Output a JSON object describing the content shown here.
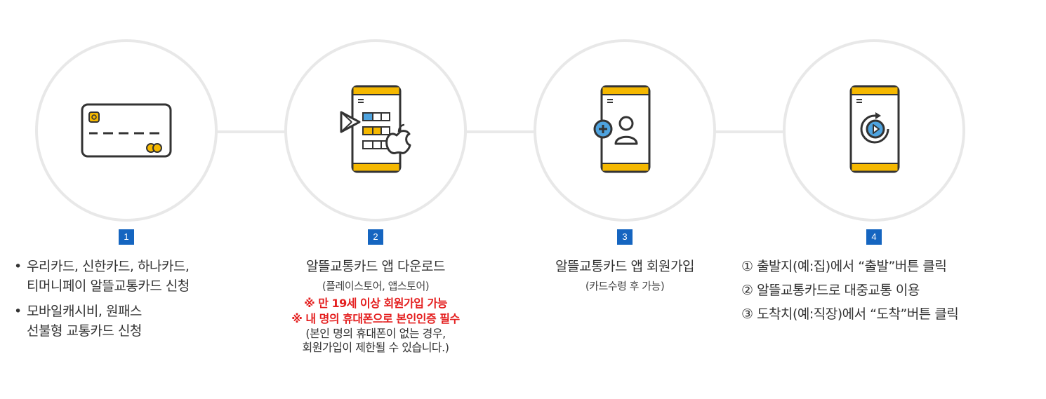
{
  "steps": [
    {
      "number": "1",
      "bullets": [
        {
          "line1": "우리카드, 신한카드, 하나카드,",
          "line2": "티머니페이  알뜰교통카드 신청"
        },
        {
          "line1": "모바일캐시비, 원패스",
          "line2": "선불형 교통카드 신청"
        }
      ],
      "icon": "credit-card-icon"
    },
    {
      "number": "2",
      "title": "알뜰교통카드 앱 다운로드",
      "subtitle": "(플레이스토어, 앱스토어)",
      "warnings": [
        "※ 만 19세 이상 회원가입 가능",
        "※ 내 명의 휴대폰으로 본인인증 필수"
      ],
      "note_lines": [
        "(본인 명의 휴대폰이 없는 경우,",
        "회원가입이 제한될 수 있습니다.)"
      ],
      "icon": "app-download-phone-icon"
    },
    {
      "number": "3",
      "title": "알뜰교통카드 앱 회원가입",
      "subtitle": "(카드수령 후 가능)",
      "icon": "signup-phone-icon"
    },
    {
      "number": "4",
      "lines": [
        "① 출발지(예:집)에서 “출발”버튼 클릭",
        "② 알뜰교통카드로 대중교통 이용",
        "③ 도착치(예:직장)에서 “도착”버튼 클릭"
      ],
      "icon": "play-phone-icon"
    }
  ],
  "colors": {
    "badge": "#1565c0",
    "accent_yellow": "#f5b800",
    "warning_red": "#e41e1e",
    "circle_border": "#e8e8e8"
  }
}
